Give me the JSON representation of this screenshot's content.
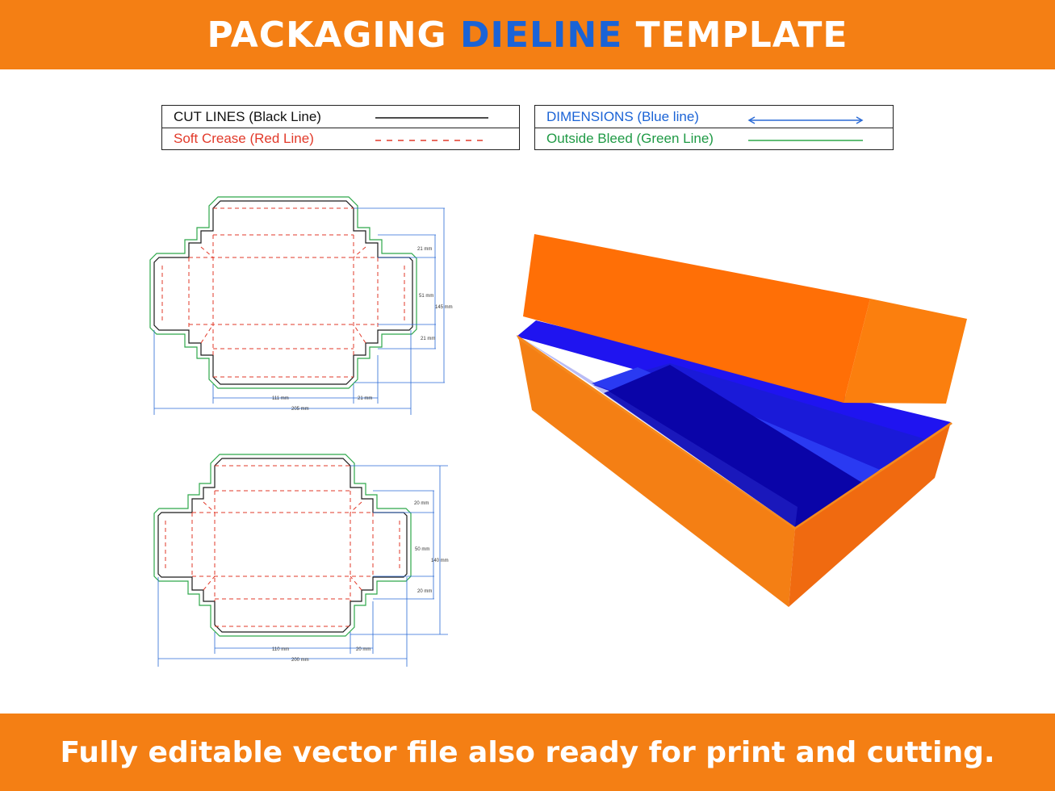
{
  "header": {
    "title_part1": "PACKAGING",
    "title_highlight": "DIELINE",
    "title_part2": "TEMPLATE",
    "background_color": "#f47f14",
    "highlight_color": "#1a63d6"
  },
  "legend": {
    "cut_lines": "CUT LINES (Black Line)",
    "soft_crease": "Soft Crease (Red Line)",
    "dimensions": "DIMENSIONS (Blue line)",
    "outside_bleed": "Outside Bleed (Green Line)"
  },
  "dieline_top": {
    "dim_21_upper": "21 mm",
    "dim_51": "51 mm",
    "dim_145": "145 mm",
    "dim_21_lower": "21 mm",
    "dim_111": "111 mm",
    "dim_21_bottom": "21 mm",
    "dim_205": "205 mm"
  },
  "dieline_bottom": {
    "dim_20_upper": "20 mm",
    "dim_50": "50 mm",
    "dim_140": "140 mm",
    "dim_20_lower": "20 mm",
    "dim_110": "110 mm",
    "dim_20_bottom": "20 mm",
    "dim_200": "200 mm"
  },
  "box_render": {
    "outer_color": "#f47f14",
    "inner_color": "#1f14f0",
    "icon": "open-box-with-lid"
  },
  "colors": {
    "cut": "#1a1a1a",
    "crease": "#e23a2a",
    "dimension": "#2a6ad6",
    "bleed": "#2ea84a"
  },
  "footer": {
    "text": "Fully editable vector file also ready for print and cutting."
  }
}
